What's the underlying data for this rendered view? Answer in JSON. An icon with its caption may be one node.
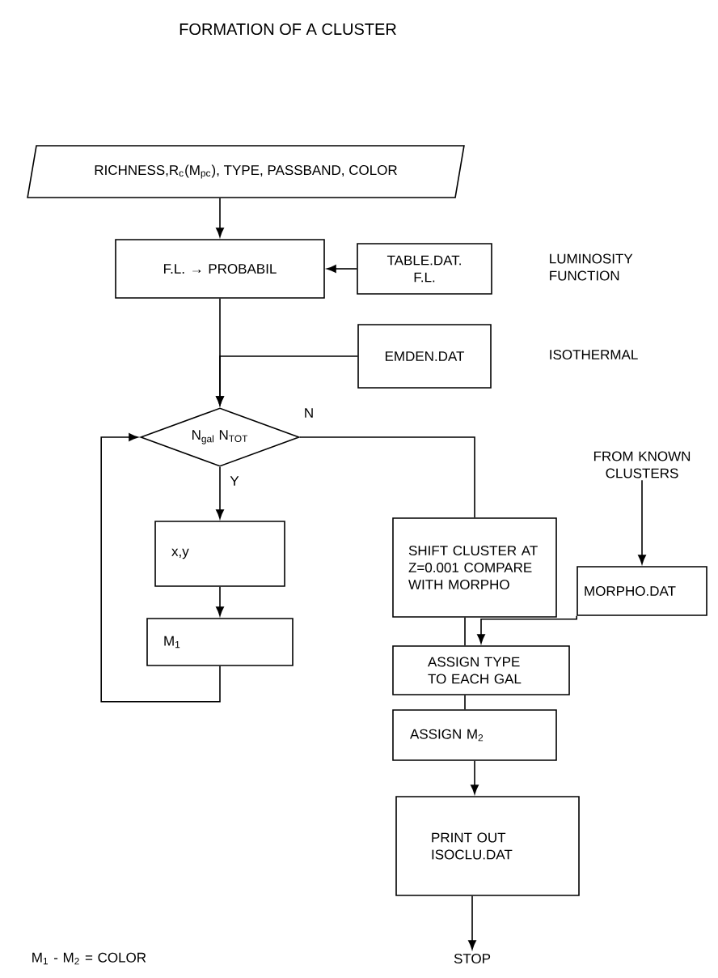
{
  "diagram": {
    "title": "FORMATION OF A CLUSTER",
    "nodes": [
      {
        "text": [
          "RICHNESS,R$_{c}$(M$_{pc}$), TYPE, PASSBAND, COLOR"
        ]
      },
      {
        "text": [
          "F.L. → PROBABIL"
        ]
      },
      {
        "text": [
          "TABLE.DAT. F.L."
        ]
      },
      {
        "text": [
          "EMDEN.DAT"
        ]
      },
      {
        "text": [
          "N$_{gal}$ N$_{TOT}$"
        ]
      },
      {
        "text": [
          "x,y"
        ]
      },
      {
        "text": [
          "M$_{1}$"
        ]
      },
      {
        "text": [
          "FROM KNOWN CLUSTERS"
        ]
      },
      {
        "text": [
          "SHIFT CLUSTER AT Z=0.001 COMPARE WITH MORPHO"
        ]
      },
      {
        "text": [
          "MORPHO.DAT"
        ]
      },
      {
        "text": [
          "ASSIGN TYPE TO EACH GAL"
        ]
      },
      {
        "text": [
          "ASSIGN M$_{2}$"
        ]
      },
      {
        "text": [
          "PRINT OUT ISOCLU.DAT"
        ]
      },
      {
        "text": [
          "STOP"
        ]
      }
    ],
    "edges": [
      {
        "from": 0,
        "to": 1,
        "arrow": "to"
      },
      {
        "from": 2,
        "to": 1,
        "arrow": "to"
      },
      {
        "from": 1,
        "to": 4,
        "arrow": "to"
      },
      {
        "from": 3,
        "to": 4,
        "arrow": "to"
      },
      {
        "from": 4,
        "to": 5,
        "arrow": "to",
        "label": "Y"
      },
      {
        "from": 5,
        "to": 6,
        "arrow": "to"
      },
      {
        "from": 6,
        "to": 4,
        "arrow": "to"
      },
      {
        "from": 4,
        "to": 8,
        "arrow": "none",
        "label": "N"
      },
      {
        "from": 7,
        "to": 9,
        "arrow": "to"
      },
      {
        "from": 9,
        "to": 10,
        "arrow": "to"
      },
      {
        "from": 8,
        "to": 10,
        "arrow": "none"
      },
      {
        "from": 10,
        "to": 11,
        "arrow": "none"
      },
      {
        "from": 11,
        "to": 12,
        "arrow": "to"
      },
      {
        "from": 12,
        "to": 13,
        "arrow": "to"
      }
    ],
    "labels": [
      "LUMINOSITY FUNCTION",
      "ISOTHERMAL",
      "M$_{1}$ - M$_{2}$ = COLOR"
    ]
  }
}
